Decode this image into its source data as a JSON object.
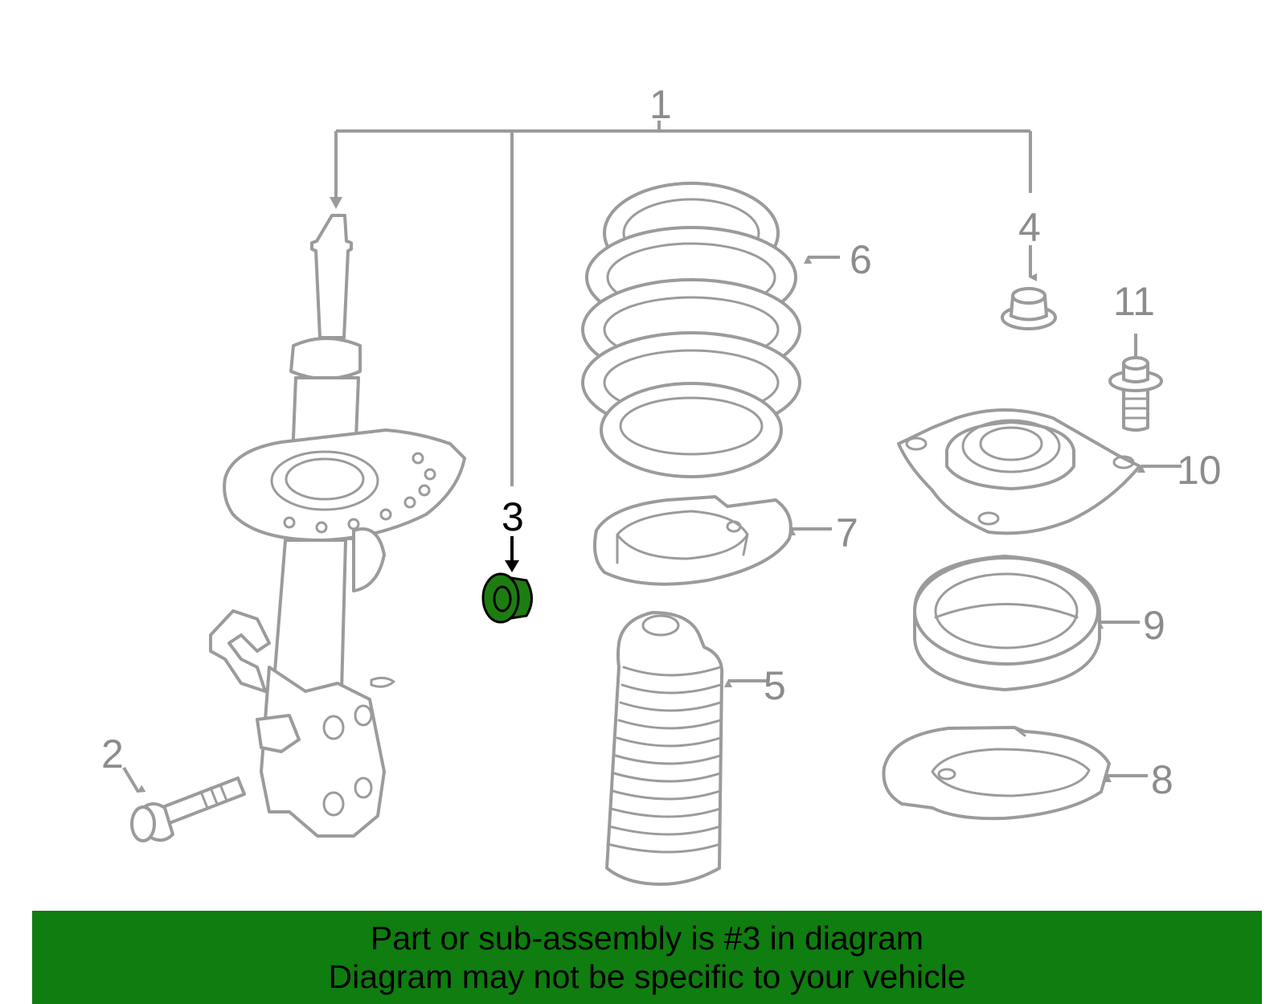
{
  "callouts": {
    "c1": "1",
    "c2": "2",
    "c3": "3",
    "c4": "4",
    "c5": "5",
    "c6": "6",
    "c7": "7",
    "c8": "8",
    "c9": "9",
    "c10": "10",
    "c11": "11"
  },
  "highlight": {
    "part": "3",
    "color": "#1e7d12"
  },
  "colors": {
    "line_art": "#9b9b9b",
    "banner": "#0f7d0f"
  },
  "banner": {
    "line1": "Part or sub-assembly is #3 in diagram",
    "line2": "Diagram may not be specific to your vehicle"
  }
}
